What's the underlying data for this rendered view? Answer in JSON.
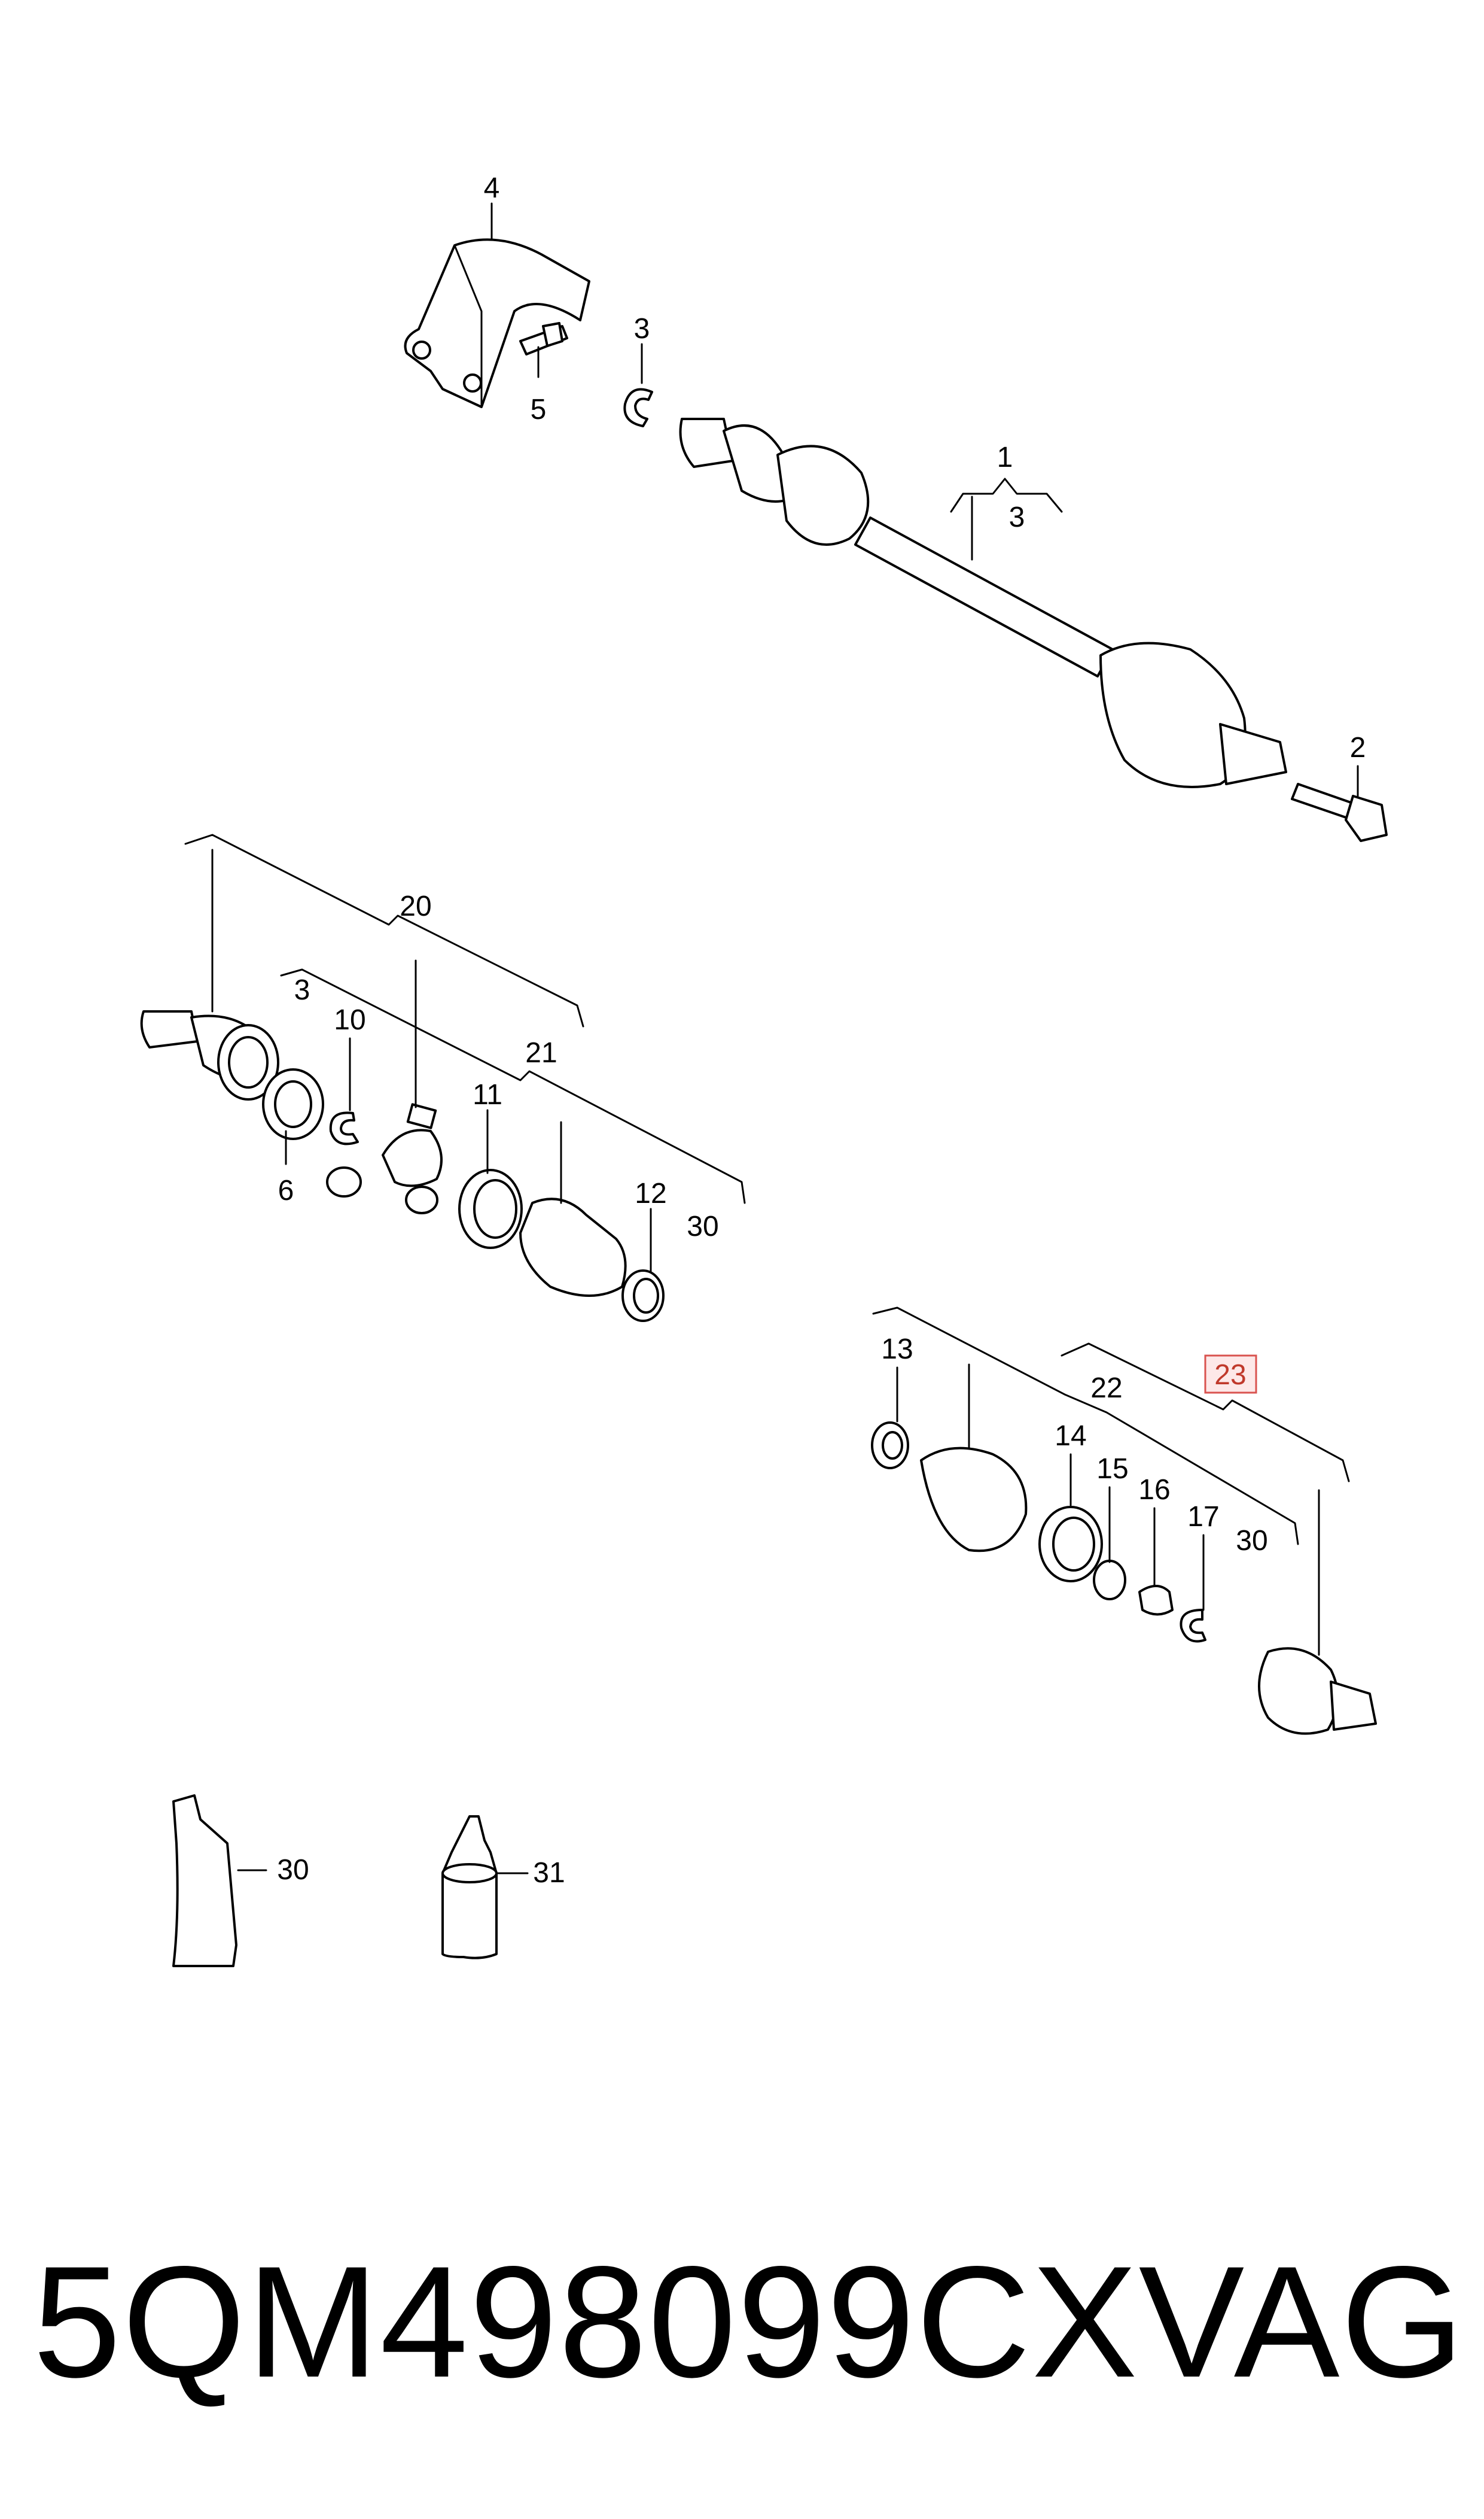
{
  "callouts": {
    "c1": "1",
    "c2": "2",
    "c3a": "3",
    "c3b": "3",
    "c3c": "3",
    "c4": "4",
    "c5": "5",
    "c6": "6",
    "c10": "10",
    "c11": "11",
    "c12": "12",
    "c13": "13",
    "c14": "14",
    "c15": "15",
    "c16": "16",
    "c17": "17",
    "c20": "20",
    "c21": "21",
    "c22": "22",
    "c23": "23",
    "c30a": "30",
    "c30b": "30",
    "c30c": "30",
    "c31": "31"
  },
  "highlighted_callout": "23",
  "colors": {
    "highlight_fill": "#fde8e8",
    "highlight_border": "#d9534f",
    "line": "#000000"
  },
  "footer": {
    "part_number": "5QM498099CX",
    "brand": "VAG"
  }
}
